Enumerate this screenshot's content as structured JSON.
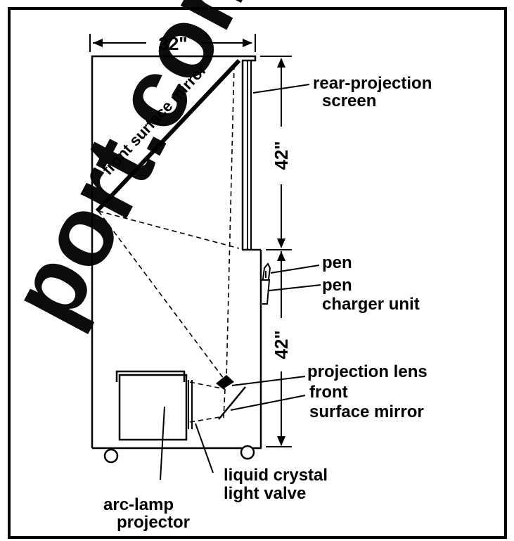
{
  "diagram": {
    "watermark": "port.com",
    "dimensions": {
      "width": "32\"",
      "upper_height": "42\"",
      "lower_height": "42\""
    },
    "labels": {
      "front_surface_mirror_top": "front surface mirror",
      "rear_projection_screen_line1": "rear-projection",
      "rear_projection_screen_line2": "screen",
      "pen": "pen",
      "pen_charger_line1": "pen",
      "pen_charger_line2": "charger unit",
      "projection_lens": "projection lens",
      "front_surface_mirror_bottom_line1": "front",
      "front_surface_mirror_bottom_line2": "surface mirror",
      "liquid_crystal_line1": "liquid crystal",
      "liquid_crystal_line2": "light valve",
      "arc_lamp_line1": "arc-lamp",
      "arc_lamp_line2": "projector"
    },
    "colors": {
      "ink": "#000000",
      "watermark": "#19a3ee",
      "background": "#ffffff"
    }
  }
}
